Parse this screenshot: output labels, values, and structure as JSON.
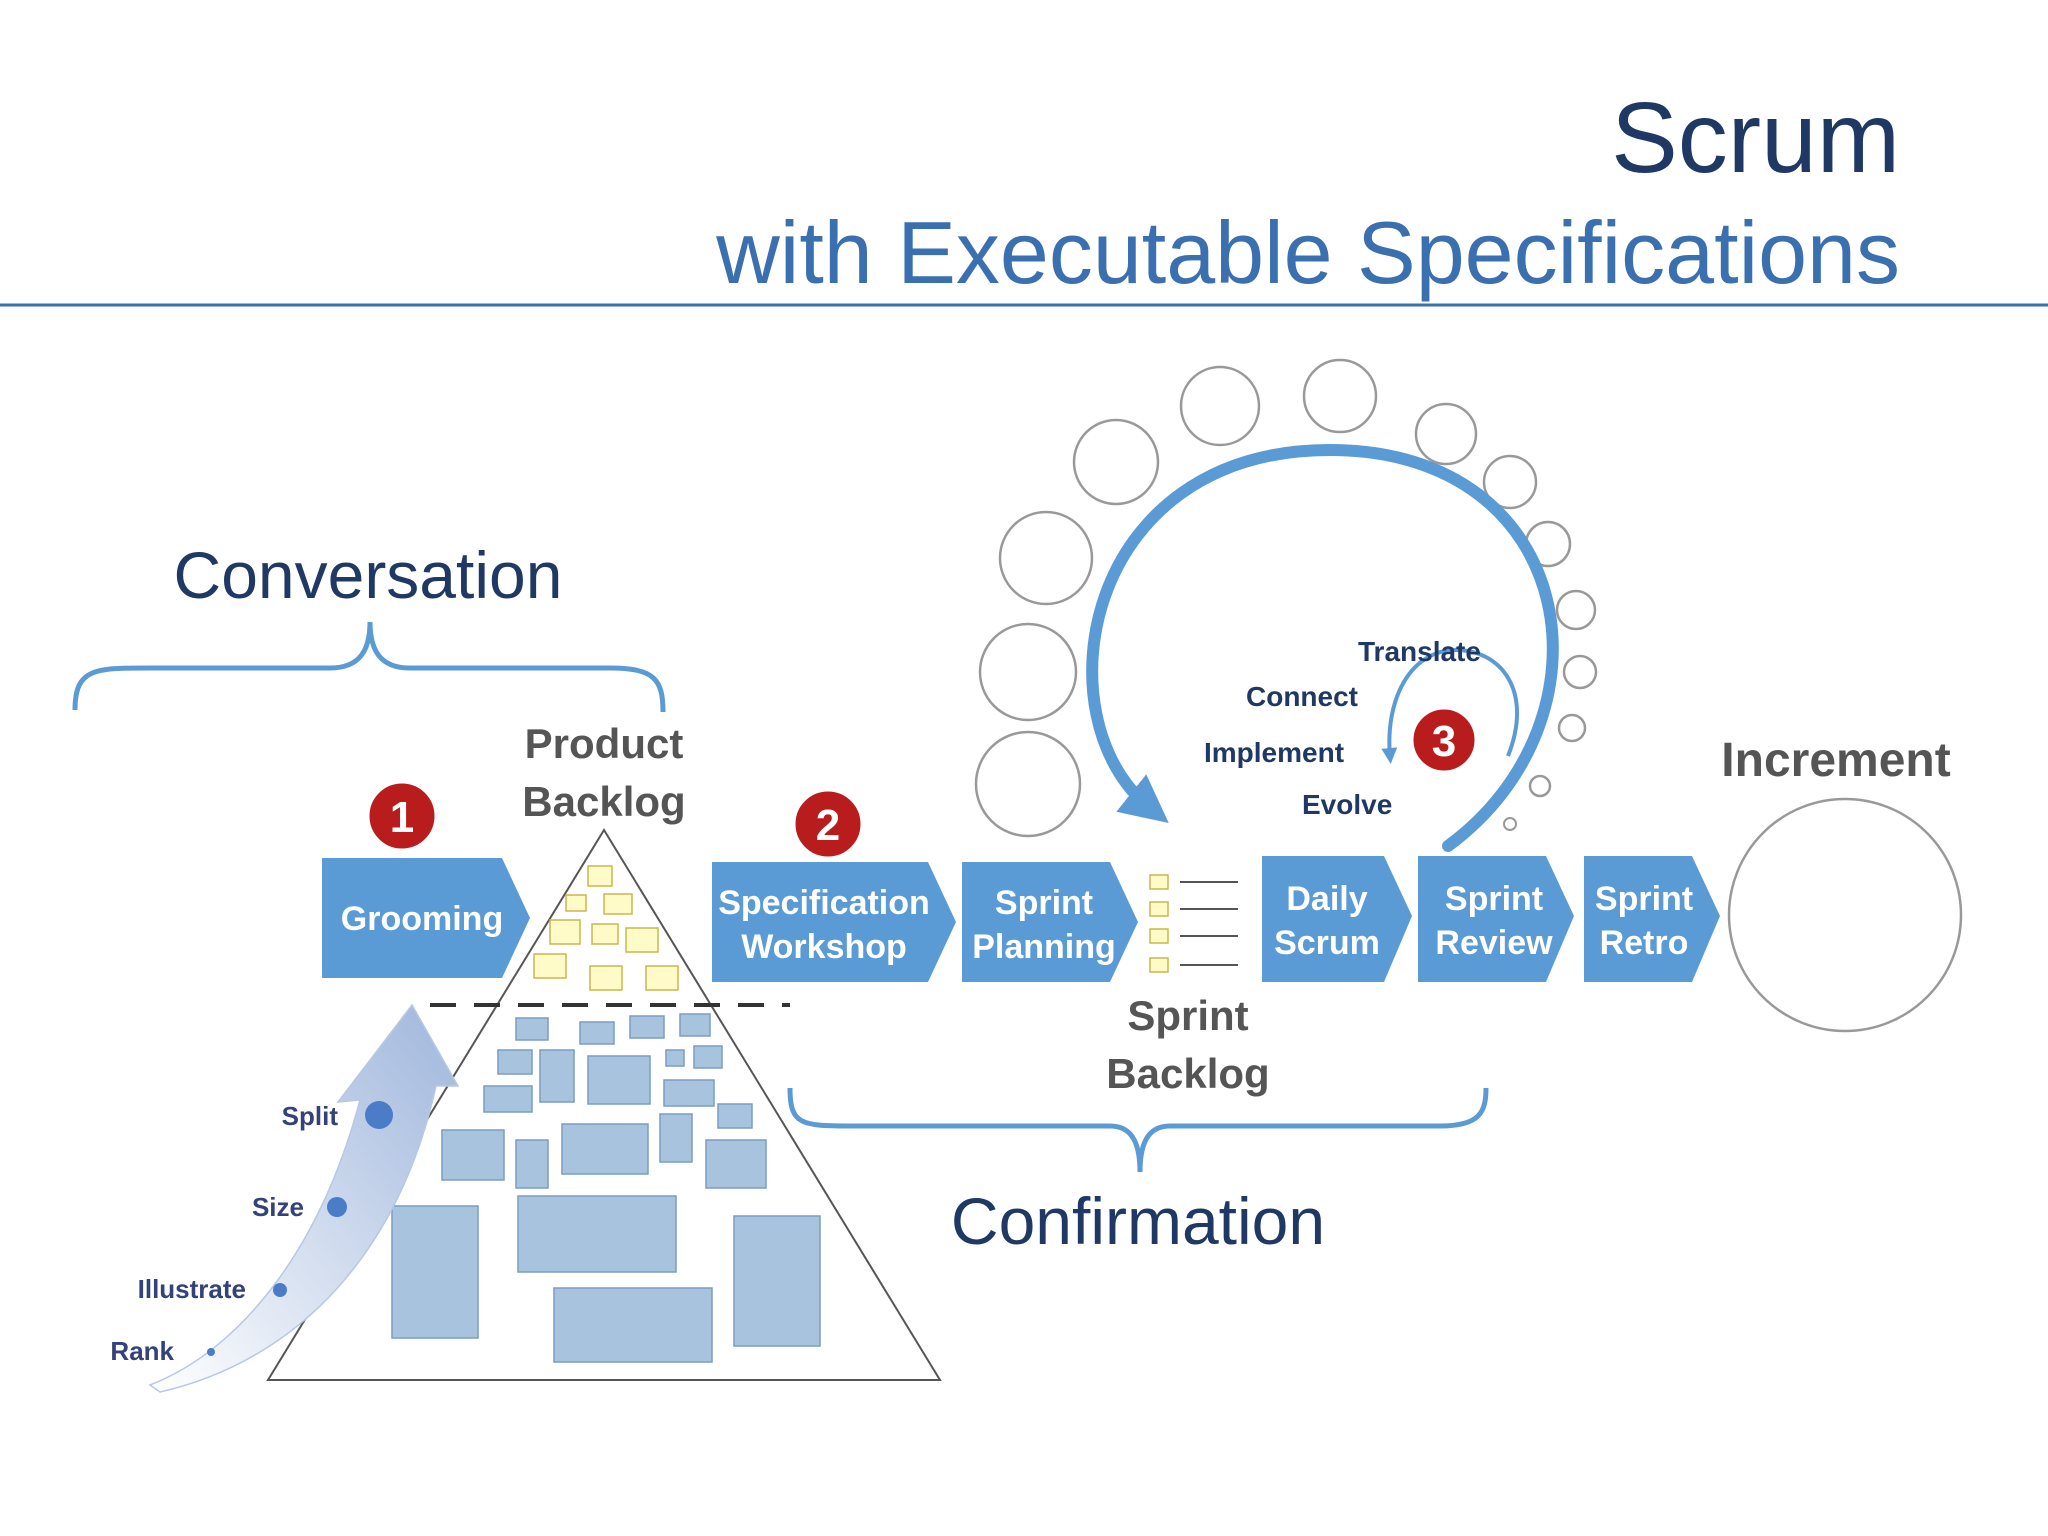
{
  "title": {
    "main": "Scrum",
    "subtitle": "with Executable Specifications"
  },
  "sections": {
    "conversation": "Conversation",
    "confirmation": "Confirmation"
  },
  "product_backlog": {
    "line1": "Product",
    "line2": "Backlog"
  },
  "sprint_backlog": {
    "line1": "Sprint",
    "line2": "Backlog"
  },
  "increment": "Increment",
  "badges": [
    "1",
    "2",
    "3"
  ],
  "steps": {
    "grooming": "Grooming",
    "spec_workshop": [
      "Specification",
      "Workshop"
    ],
    "sprint_planning": [
      "Sprint",
      "Planning"
    ],
    "daily_scrum": [
      "Daily",
      "Scrum"
    ],
    "sprint_review": [
      "Sprint",
      "Review"
    ],
    "sprint_retro": [
      "Sprint",
      "Retro"
    ]
  },
  "inner_cycle": [
    "Translate",
    "Connect",
    "Implement",
    "Evolve"
  ],
  "grooming_activities": [
    "Split",
    "Size",
    "Illustrate",
    "Rank"
  ],
  "colors": {
    "step_fill": "#5b9bd5",
    "badge_fill": "#b91c1c",
    "title_dark": "#1f3864",
    "title_light": "#3a6fb0",
    "sticky_yellow": "#fffbc8",
    "item_blue": "#a8c3de"
  }
}
